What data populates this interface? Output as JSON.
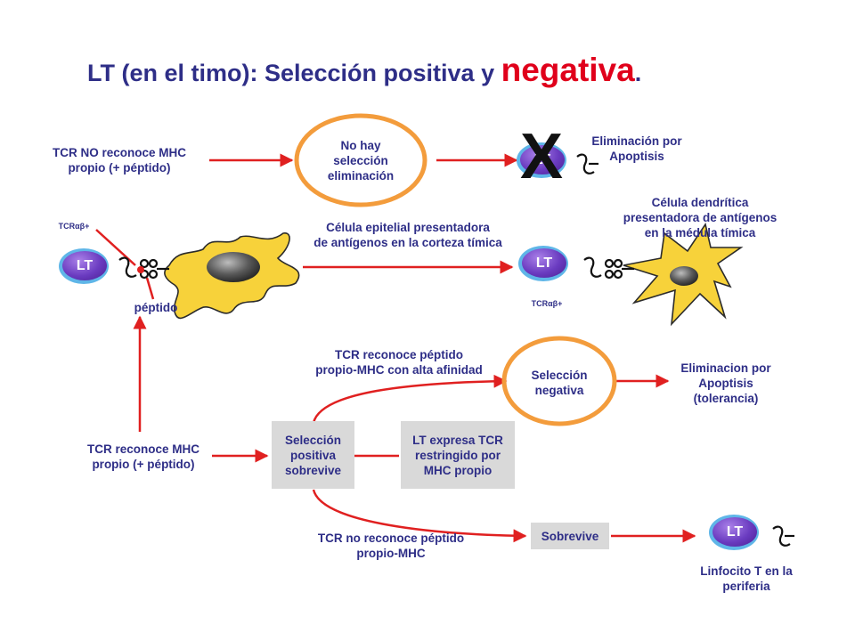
{
  "title": {
    "main": "LT  (en el timo): Selección positiva y ",
    "highlight": "negativa",
    "end": "."
  },
  "labels": {
    "tcr_no_line1": "TCR NO reconoce MHC",
    "tcr_no_line2": "propio (+ péptido)",
    "no_hay_line1": "No hay",
    "no_hay_line2": "selección",
    "no_hay_line3": "eliminación",
    "elim_apop_line1": "Eliminación por",
    "elim_apop_line2": "Apoptisis",
    "cel_dend_line1": "Célula dendrítica",
    "cel_dend_line2": "presentadora de antígenos",
    "cel_dend_line3": "en la médula tímica",
    "cel_epit_line1": "Célula epitelial presentadora",
    "cel_epit_line2": "de antígenos en la corteza tímica",
    "tcr_ab_left": "TCRαβ+",
    "tcr_ab_right": "TCRαβ+",
    "peptido": "péptido",
    "tcr_rec_alta_line1": "TCR reconoce péptido",
    "tcr_rec_alta_line2": "propio-MHC con alta afinidad",
    "sel_neg_line1": "Selección",
    "sel_neg_line2": "negativa",
    "elim_tol_line1": "Eliminacion por",
    "elim_tol_line2": "Apoptisis",
    "elim_tol_line3": "(tolerancia)",
    "tcr_rec_mhc_line1": "TCR reconoce MHC",
    "tcr_rec_mhc_line2": "propio (+ péptido)",
    "tcr_no_rec_line1": "TCR no reconoce péptido",
    "tcr_no_rec_line2": "propio-MHC",
    "linfocito_line1": "Linfocito T en la",
    "linfocito_line2": "periferia"
  },
  "boxes": {
    "sel_pos_line1": "Selección",
    "sel_pos_line2": "positiva",
    "sel_pos_line3": "sobrevive",
    "lt_expresa_line1": "LT expresa TCR",
    "lt_expresa_line2": "restringido por",
    "lt_expresa_line3": "MHC propio",
    "sobrevive": "Sobrevive"
  },
  "cells": {
    "lt_label": "LT"
  },
  "marks": {
    "x": "X"
  },
  "colors": {
    "title": "#2e2e87",
    "accent_red": "#e0001b",
    "arrow": "#e02020",
    "ring": "#f39c3c",
    "cell_yellow": "#f7d23a",
    "box_gray": "#d9d9d9"
  }
}
